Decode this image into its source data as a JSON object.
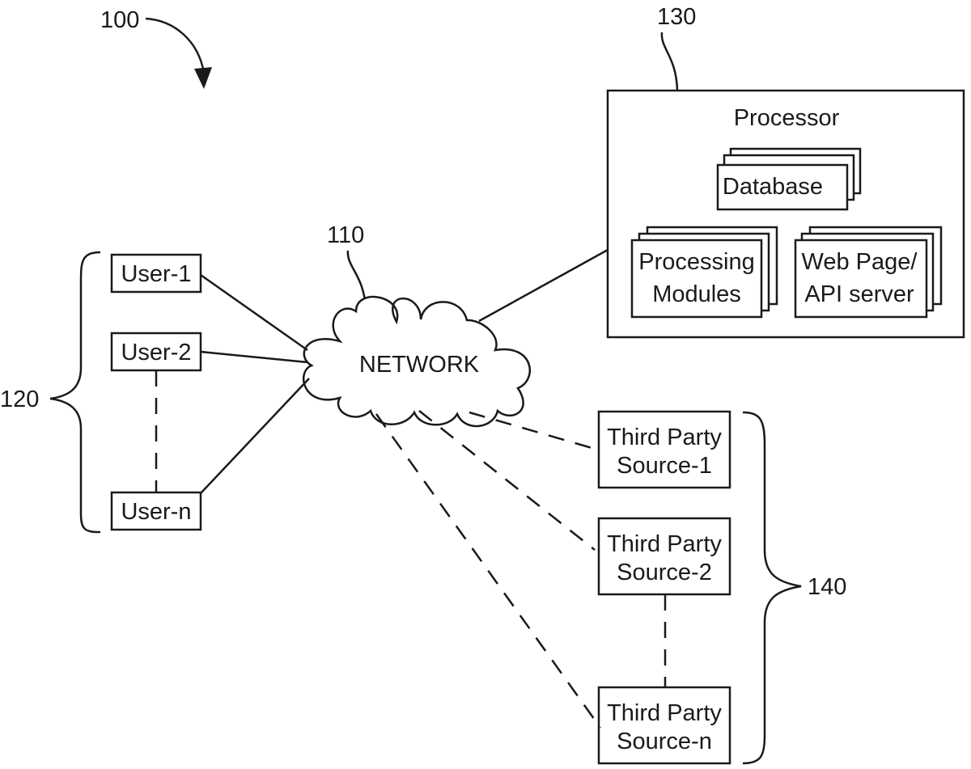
{
  "diagram": {
    "type": "network-system-block-diagram",
    "reference_numerals": {
      "system": "100",
      "network": "110",
      "users_group": "120",
      "processor_group": "130",
      "third_party_group": "140"
    },
    "network": {
      "label": "NETWORK"
    },
    "processor": {
      "title": "Processor",
      "components": {
        "database": "Database",
        "processing_modules": [
          "Processing",
          "Modules"
        ],
        "web_api": [
          "Web Page/",
          "API server"
        ]
      }
    },
    "users": [
      {
        "label": "User-1",
        "connection": "solid"
      },
      {
        "label": "User-2",
        "connection": "solid"
      },
      {
        "label": "User-n",
        "connection": "solid"
      }
    ],
    "third_party_sources": [
      {
        "label": [
          "Third Party",
          "Source-1"
        ],
        "connection": "dashed"
      },
      {
        "label": [
          "Third Party",
          "Source-2"
        ],
        "connection": "dashed"
      },
      {
        "label": [
          "Third Party",
          "Source-n"
        ],
        "connection": "dashed"
      }
    ],
    "colors": {
      "stroke": "#1a1a1a",
      "background": "#ffffff"
    }
  }
}
